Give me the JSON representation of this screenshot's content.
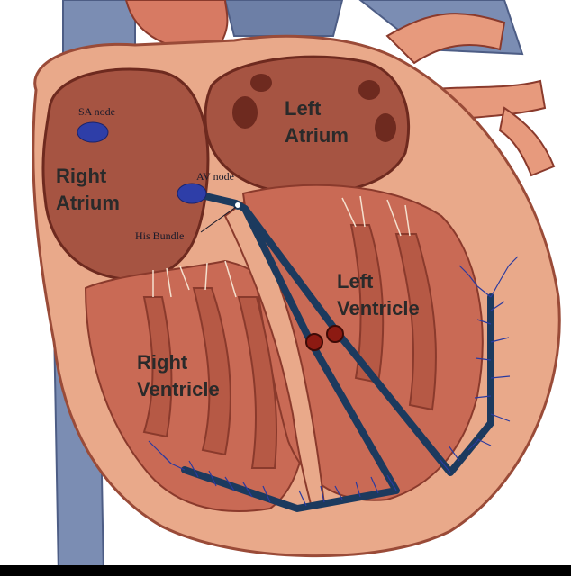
{
  "labels": {
    "sa_node": "SA node",
    "av_node": "AV node",
    "his_bundle": "His Bundle",
    "right_atrium_line1": "Right",
    "right_atrium_line2": "Atrium",
    "left_atrium_line1": "Left",
    "left_atrium_line2": "Atrium",
    "left_ventricle_line1": "Left",
    "left_ventricle_line2": "Ventricle",
    "right_ventricle_line1": "Right",
    "right_ventricle_line2": "Ventricle"
  },
  "colors": {
    "background": "#ffffff",
    "outer_tissue": "#e9a98a",
    "muscle_wall": "#c96a55",
    "muscle_dark": "#8a3a2c",
    "chamber_inner": "#f2c4a8",
    "atrium_fill": "#a65442",
    "vessel_blue": "#6d7fa6",
    "aorta": "#d77a63",
    "node_blue": "#2e3ea8",
    "conduction_path": "#1c3a5e",
    "purkinje": "#2a3aa0",
    "bundle_branch_node": "#8c1a12"
  }
}
